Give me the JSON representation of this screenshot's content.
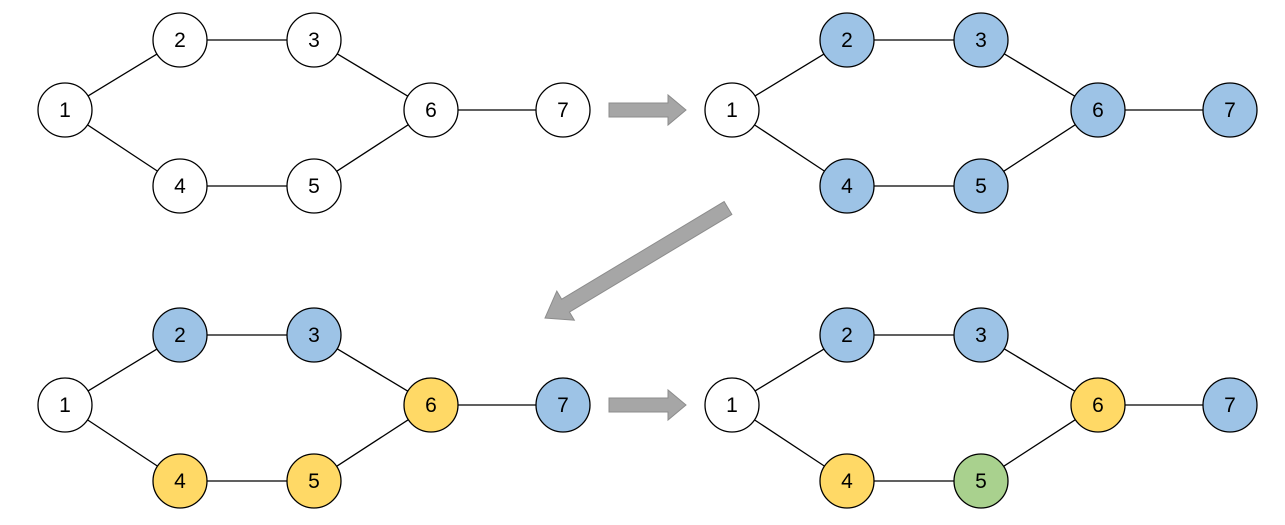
{
  "colors": {
    "white": "#ffffff",
    "blue": "#9dc3e6",
    "yellow": "#ffd966",
    "green": "#a9d18e",
    "stroke": "#000000",
    "arrow": "#a6a6a6",
    "arrow_stroke": "#8c8c8c"
  },
  "edges": [
    [
      1,
      2
    ],
    [
      1,
      4
    ],
    [
      2,
      3
    ],
    [
      4,
      5
    ],
    [
      3,
      6
    ],
    [
      5,
      6
    ],
    [
      6,
      7
    ]
  ],
  "graphs": [
    {
      "name": "graph-step-1",
      "nodes": [
        {
          "id": "1",
          "label": "1",
          "color": "white"
        },
        {
          "id": "2",
          "label": "2",
          "color": "white"
        },
        {
          "id": "3",
          "label": "3",
          "color": "white"
        },
        {
          "id": "4",
          "label": "4",
          "color": "white"
        },
        {
          "id": "5",
          "label": "5",
          "color": "white"
        },
        {
          "id": "6",
          "label": "6",
          "color": "white"
        },
        {
          "id": "7",
          "label": "7",
          "color": "white"
        }
      ]
    },
    {
      "name": "graph-step-2",
      "nodes": [
        {
          "id": "1",
          "label": "1",
          "color": "white"
        },
        {
          "id": "2",
          "label": "2",
          "color": "blue"
        },
        {
          "id": "3",
          "label": "3",
          "color": "blue"
        },
        {
          "id": "4",
          "label": "4",
          "color": "blue"
        },
        {
          "id": "5",
          "label": "5",
          "color": "blue"
        },
        {
          "id": "6",
          "label": "6",
          "color": "blue"
        },
        {
          "id": "7",
          "label": "7",
          "color": "blue"
        }
      ]
    },
    {
      "name": "graph-step-3",
      "nodes": [
        {
          "id": "1",
          "label": "1",
          "color": "white"
        },
        {
          "id": "2",
          "label": "2",
          "color": "blue"
        },
        {
          "id": "3",
          "label": "3",
          "color": "blue"
        },
        {
          "id": "4",
          "label": "4",
          "color": "yellow"
        },
        {
          "id": "5",
          "label": "5",
          "color": "yellow"
        },
        {
          "id": "6",
          "label": "6",
          "color": "yellow"
        },
        {
          "id": "7",
          "label": "7",
          "color": "blue"
        }
      ]
    },
    {
      "name": "graph-step-4",
      "nodes": [
        {
          "id": "1",
          "label": "1",
          "color": "white"
        },
        {
          "id": "2",
          "label": "2",
          "color": "blue"
        },
        {
          "id": "3",
          "label": "3",
          "color": "blue"
        },
        {
          "id": "4",
          "label": "4",
          "color": "yellow"
        },
        {
          "id": "5",
          "label": "5",
          "color": "green"
        },
        {
          "id": "6",
          "label": "6",
          "color": "yellow"
        },
        {
          "id": "7",
          "label": "7",
          "color": "blue"
        }
      ]
    }
  ],
  "arrows": [
    {
      "name": "arrow-step-1-to-2",
      "direction": "right"
    },
    {
      "name": "arrow-step-2-to-3",
      "direction": "down-left"
    },
    {
      "name": "arrow-step-3-to-4",
      "direction": "right"
    }
  ]
}
